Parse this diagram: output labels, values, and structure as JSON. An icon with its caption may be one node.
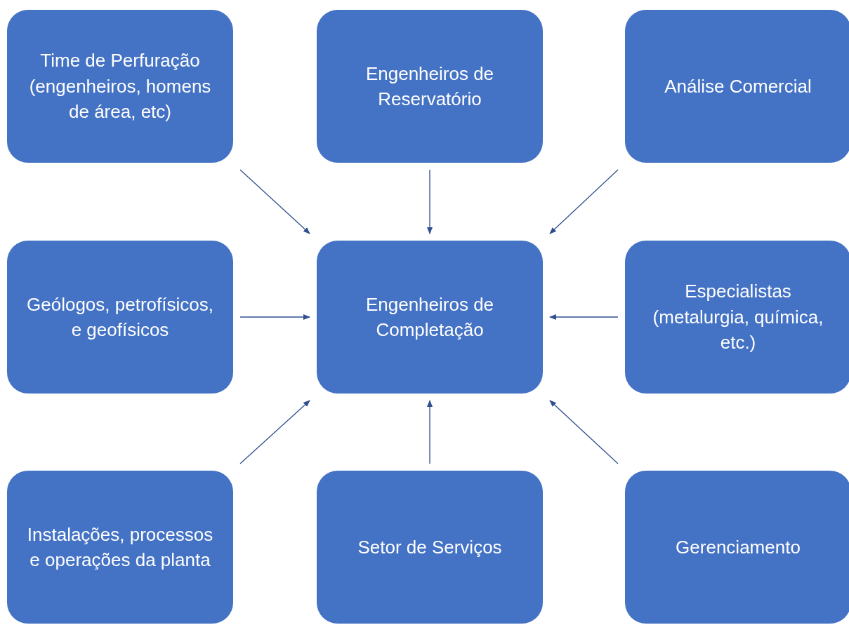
{
  "diagram": {
    "nodes": [
      {
        "text": [
          "Time de Perfuração (engenheiros, homens de área, etc)"
        ]
      },
      {
        "text": [
          "Engenheiros de Reservatório"
        ]
      },
      {
        "text": [
          "Análise Comercial"
        ]
      },
      {
        "text": [
          "Geólogos, petrofísicos, e geofísicos"
        ]
      },
      {
        "text": [
          "Engenheiros de Completação"
        ]
      },
      {
        "text": [
          "Especialistas (metalurgia, química, etc.)"
        ]
      },
      {
        "text": [
          "Instalações, processos e operações da planta"
        ]
      },
      {
        "text": [
          "Setor de Serviços"
        ]
      },
      {
        "text": [
          "Gerenciamento"
        ]
      }
    ],
    "edges": [
      {
        "from": 0,
        "to": 4,
        "arrow": "to"
      },
      {
        "from": 1,
        "to": 4,
        "arrow": "to"
      },
      {
        "from": 2,
        "to": 4,
        "arrow": "to"
      },
      {
        "from": 3,
        "to": 4,
        "arrow": "to"
      },
      {
        "from": 5,
        "to": 4,
        "arrow": "to"
      },
      {
        "from": 6,
        "to": 4,
        "arrow": "to"
      },
      {
        "from": 7,
        "to": 4,
        "arrow": "to"
      },
      {
        "from": 8,
        "to": 4,
        "arrow": "to"
      }
    ]
  }
}
